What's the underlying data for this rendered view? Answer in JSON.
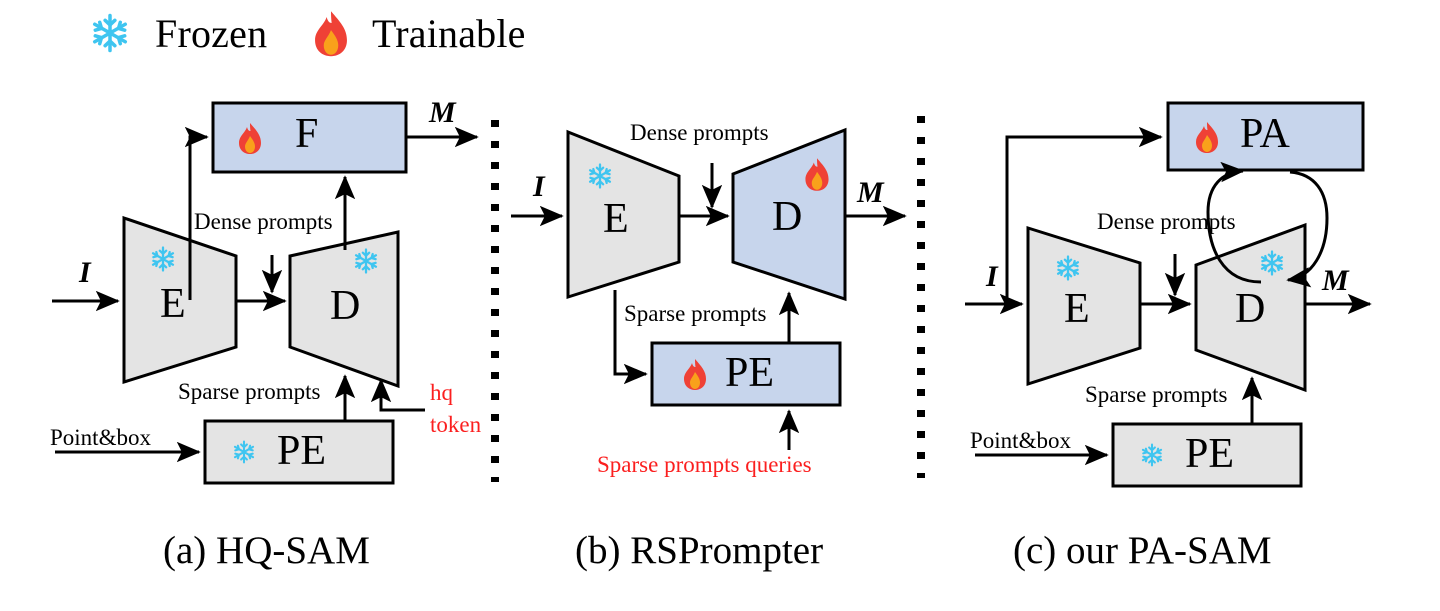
{
  "legend": {
    "frozen": {
      "icon": "snowflake-icon",
      "label": "Frozen"
    },
    "trainable": {
      "icon": "fire-icon",
      "label": "Trainable"
    }
  },
  "colors": {
    "trainable_fill": "#c7d5ec",
    "frozen_fill": "#e4e4e4",
    "stroke": "#000000",
    "highlight_text": "#fb1f1f",
    "snow": "#3fc5f0",
    "flame_outer": "#ef4136",
    "flame_inner": "#f9a11b"
  },
  "panels": [
    {
      "id": "a",
      "caption": "(a) HQ-SAM",
      "nodes": [
        {
          "name": "fusion-block",
          "label": "F",
          "state": "trainable",
          "icon": "fire-icon"
        },
        {
          "name": "encoder-block",
          "label": "E",
          "state": "frozen",
          "icon": "snowflake-icon"
        },
        {
          "name": "decoder-block",
          "label": "D",
          "state": "frozen",
          "icon": "snowflake-icon"
        },
        {
          "name": "prompt-encoder-block",
          "label": "PE",
          "state": "frozen",
          "icon": "snowflake-icon"
        }
      ],
      "edge_labels": [
        {
          "name": "input-image-label",
          "text": "I"
        },
        {
          "name": "mask-output-label",
          "text": "M"
        },
        {
          "name": "dense-prompts-label",
          "text": "Dense prompts"
        },
        {
          "name": "sparse-prompts-label",
          "text": "Sparse prompts"
        },
        {
          "name": "point-box-label",
          "text": "Point&box"
        },
        {
          "name": "hq-token-label-line1",
          "text": "hq"
        },
        {
          "name": "hq-token-label-line2",
          "text": "token"
        }
      ]
    },
    {
      "id": "b",
      "caption": "(b) RSPrompter",
      "nodes": [
        {
          "name": "encoder-block",
          "label": "E",
          "state": "frozen",
          "icon": "snowflake-icon"
        },
        {
          "name": "decoder-block",
          "label": "D",
          "state": "trainable",
          "icon": "fire-icon"
        },
        {
          "name": "prompt-encoder-block",
          "label": "PE",
          "state": "trainable",
          "icon": "fire-icon"
        }
      ],
      "edge_labels": [
        {
          "name": "input-image-label",
          "text": "I"
        },
        {
          "name": "mask-output-label",
          "text": "M"
        },
        {
          "name": "dense-prompts-label",
          "text": "Dense prompts"
        },
        {
          "name": "sparse-prompts-label",
          "text": "Sparse prompts"
        },
        {
          "name": "sparse-prompt-queries-label",
          "text": "Sparse prompts queries"
        }
      ]
    },
    {
      "id": "c",
      "caption": "(c) our PA-SAM",
      "nodes": [
        {
          "name": "prompt-adapter-block",
          "label": "PA",
          "state": "trainable",
          "icon": "fire-icon"
        },
        {
          "name": "encoder-block",
          "label": "E",
          "state": "frozen",
          "icon": "snowflake-icon"
        },
        {
          "name": "decoder-block",
          "label": "D",
          "state": "frozen",
          "icon": "snowflake-icon"
        },
        {
          "name": "prompt-encoder-block",
          "label": "PE",
          "state": "frozen",
          "icon": "snowflake-icon"
        }
      ],
      "edge_labels": [
        {
          "name": "input-image-label",
          "text": "I"
        },
        {
          "name": "mask-output-label",
          "text": "M"
        },
        {
          "name": "dense-prompts-label",
          "text": "Dense prompts"
        },
        {
          "name": "sparse-prompts-label",
          "text": "Sparse prompts"
        },
        {
          "name": "point-box-label",
          "text": "Point&box"
        }
      ]
    }
  ]
}
